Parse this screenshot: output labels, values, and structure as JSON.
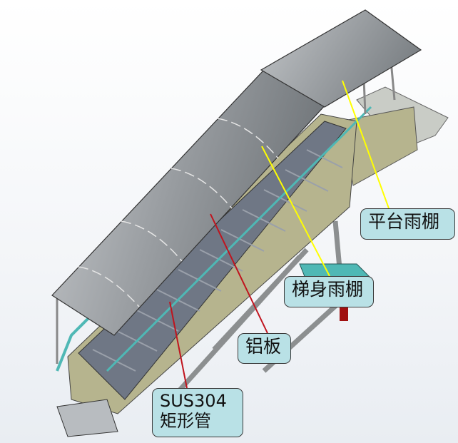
{
  "callouts": {
    "platform_canopy": "平台雨棚",
    "stair_canopy": "梯身雨棚",
    "aluminum_plate": "铝板",
    "rect_tube_line1": "SUS304",
    "rect_tube_line2": "矩形管"
  },
  "colors": {
    "callout_fill": "#b9e1e6",
    "arrow_yellow": "#ffff00",
    "arrow_red": "#c0141e",
    "frame_teal": "#4fb8b5",
    "canopy_gray": "#8e9397",
    "body_olive": "#b6b48e"
  }
}
